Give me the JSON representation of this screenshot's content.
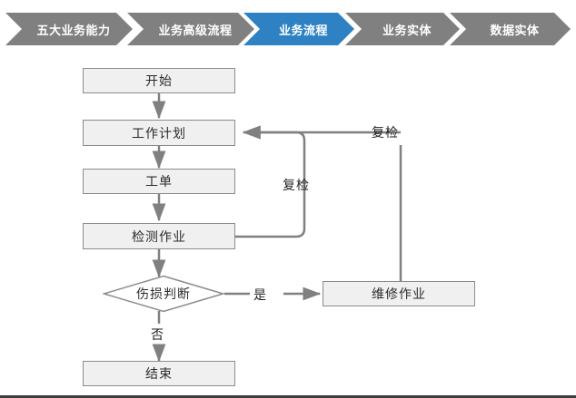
{
  "colors": {
    "chevron_inactive": "#808080",
    "chevron_active": "#2e82c4",
    "node_fill": "#f0f0f0",
    "node_border": "#8c8c8c",
    "connector": "#808080",
    "page_background": "#ffffff",
    "bottom_rule": "#3d3d3d"
  },
  "breadcrumb": {
    "steps": [
      {
        "label": "五大业务能力",
        "active": false
      },
      {
        "label": "业务高级流程",
        "active": false
      },
      {
        "label": "业务流程",
        "active": true
      },
      {
        "label": "业务实体",
        "active": false
      },
      {
        "label": "数据实体",
        "active": false
      }
    ]
  },
  "flowchart": {
    "nodes": [
      {
        "id": "start",
        "label": "开始",
        "shape": "rect"
      },
      {
        "id": "work-plan",
        "label": "工作计划",
        "shape": "rect"
      },
      {
        "id": "work-order",
        "label": "工单",
        "shape": "rect"
      },
      {
        "id": "inspection-task",
        "label": "检测作业",
        "shape": "rect"
      },
      {
        "id": "damage-decision",
        "label": "伤损判断",
        "shape": "diamond"
      },
      {
        "id": "repair-task",
        "label": "维修作业",
        "shape": "rect"
      },
      {
        "id": "end",
        "label": "结束",
        "shape": "rect"
      }
    ],
    "edge_labels": [
      {
        "id": "yes",
        "label": "是"
      },
      {
        "id": "no",
        "label": "否"
      },
      {
        "id": "recheck-inner",
        "label": "复检"
      },
      {
        "id": "recheck-outer",
        "label": "复检"
      }
    ]
  }
}
